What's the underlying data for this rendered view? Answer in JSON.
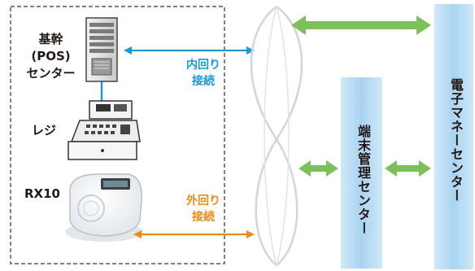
{
  "labels": {
    "host": "基幹\n(POS)\nセンター",
    "register": "レジ",
    "terminal": "RX10",
    "inner": "内回り\n接続",
    "outer": "外回り\n接続",
    "terminal_center": "端末管理センター",
    "emoney_center": "電子マネーセンター"
  },
  "colors": {
    "blue_line": "#1a9ad6",
    "orange_line": "#ef8a12",
    "green_arrow": "#7cc05a",
    "center_bar": "#b9dcf3",
    "dashed_border": "#333333",
    "text": "#231815"
  },
  "icons": [
    "server-icon",
    "cash-register-icon",
    "payment-terminal-icon",
    "network-cloud-icon"
  ]
}
